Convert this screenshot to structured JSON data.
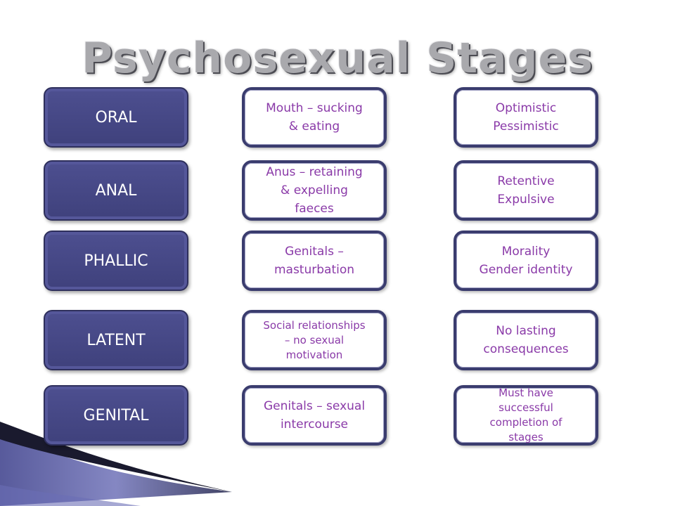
{
  "title": "Psychosexual Stages",
  "rows": [
    {
      "stage": "ORAL",
      "focus": "Mouth – sucking\n& eating",
      "outcome": "Optimistic\nPessimistic"
    },
    {
      "stage": "ANAL",
      "focus": "Anus – retaining\n& expelling\nfaeces",
      "outcome": "Retentive\nExpulsive"
    },
    {
      "stage": "PHALLIC",
      "focus": "Genitals –\nmasturbation",
      "outcome": "Morality\nGender identity"
    },
    {
      "stage": "LATENT",
      "focus": "Social relationships\n– no sexual\nmotivation",
      "outcome": "No lasting\nconsequences"
    },
    {
      "stage": "GENITAL",
      "focus": "Genitals – sexual\nintercourse",
      "outcome": "Must have\nsuccessful\ncompletion of\nstages"
    }
  ],
  "colors": {
    "stage_fill": "#4a4c8c",
    "box_border": "#3a3c6e",
    "text_purple": "#8a3aa8"
  }
}
